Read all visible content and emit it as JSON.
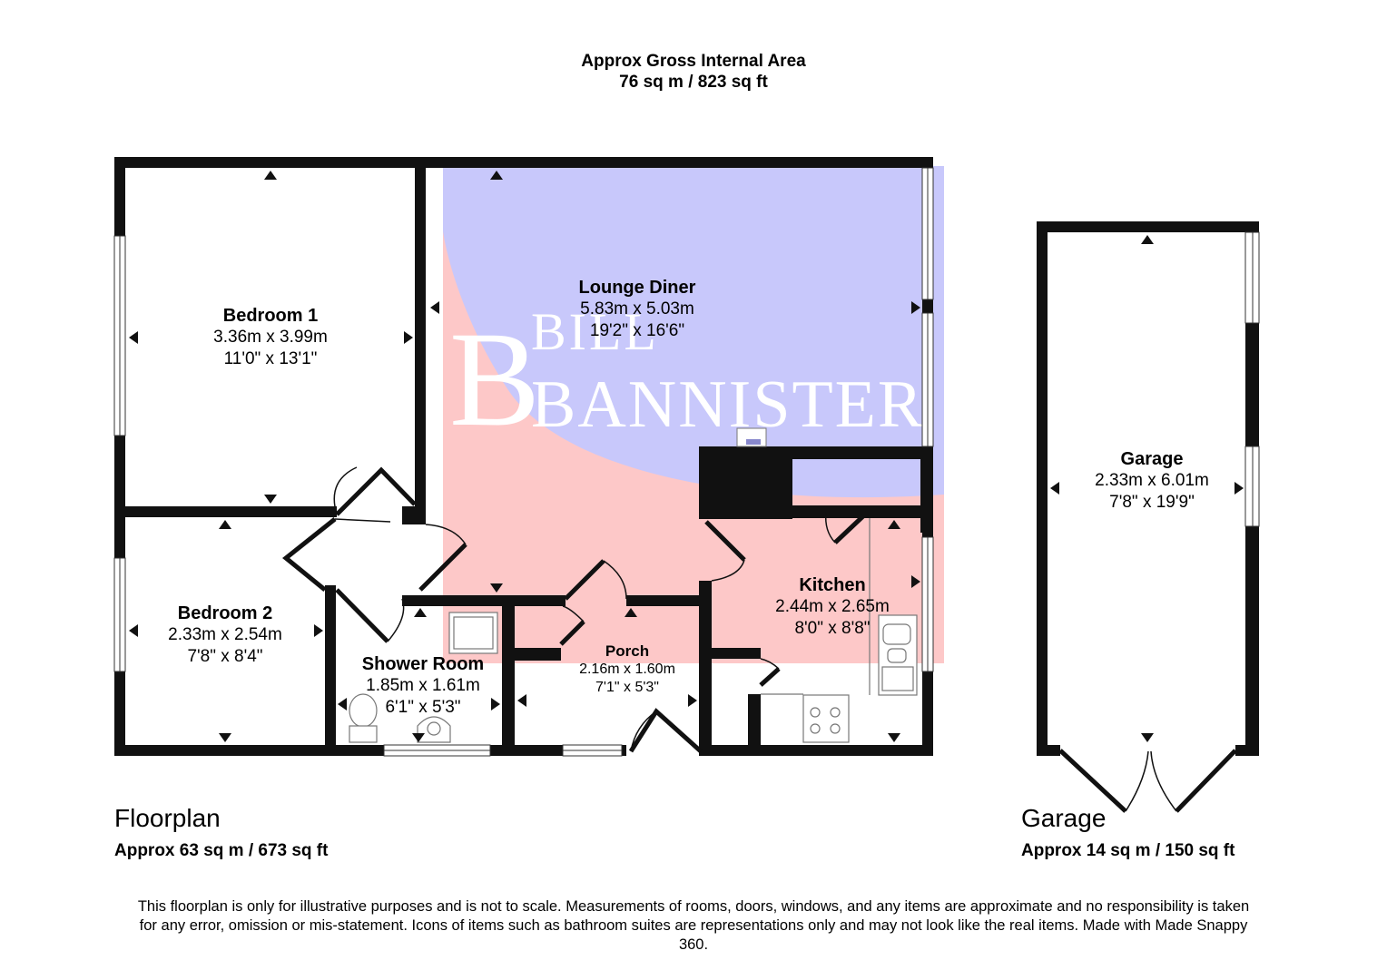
{
  "header": {
    "line1": "Approx Gross Internal Area",
    "line2": "76 sq m / 823 sq ft"
  },
  "watermark": {
    "line1": "BILL",
    "line2": "BANNISTER"
  },
  "rooms": {
    "bedroom1": {
      "name": "Bedroom 1",
      "metric": "3.36m x 3.99m",
      "imperial": "11'0\" x 13'1\""
    },
    "bedroom2": {
      "name": "Bedroom 2",
      "metric": "2.33m x 2.54m",
      "imperial": "7'8\" x 8'4\""
    },
    "lounge": {
      "name": "Lounge Diner",
      "metric": "5.83m x 5.03m",
      "imperial": "19'2\" x 16'6\""
    },
    "shower": {
      "name": "Shower Room",
      "metric": "1.85m x 1.61m",
      "imperial": "6'1\" x 5'3\""
    },
    "porch": {
      "name": "Porch",
      "metric": "2.16m x 1.60m",
      "imperial": "7'1\" x 5'3\""
    },
    "kitchen": {
      "name": "Kitchen",
      "metric": "2.44m x 2.65m",
      "imperial": "8'0\" x 8'8\""
    },
    "garage": {
      "name": "Garage",
      "metric": "2.33m x 6.01m",
      "imperial": "7'8\" x 19'9\""
    }
  },
  "floorplan": {
    "title": "Floorplan",
    "area": "Approx 63 sq m / 673 sq ft"
  },
  "garage_plan": {
    "title": "Garage",
    "area": "Approx 14 sq m / 150 sq ft"
  },
  "disclaimer": "This floorplan is only for illustrative purposes and is not to scale. Measurements of rooms, doors, windows, and any items are approximate and no responsibility is taken for any error, omission or mis-statement. Icons of items such as bathroom suites are representations only and may not look like the real items. Made with Made Snappy 360.",
  "colors": {
    "wall": "#111111",
    "overlay_blue": "#c8c8fb",
    "overlay_pink": "#fdc8c8"
  }
}
